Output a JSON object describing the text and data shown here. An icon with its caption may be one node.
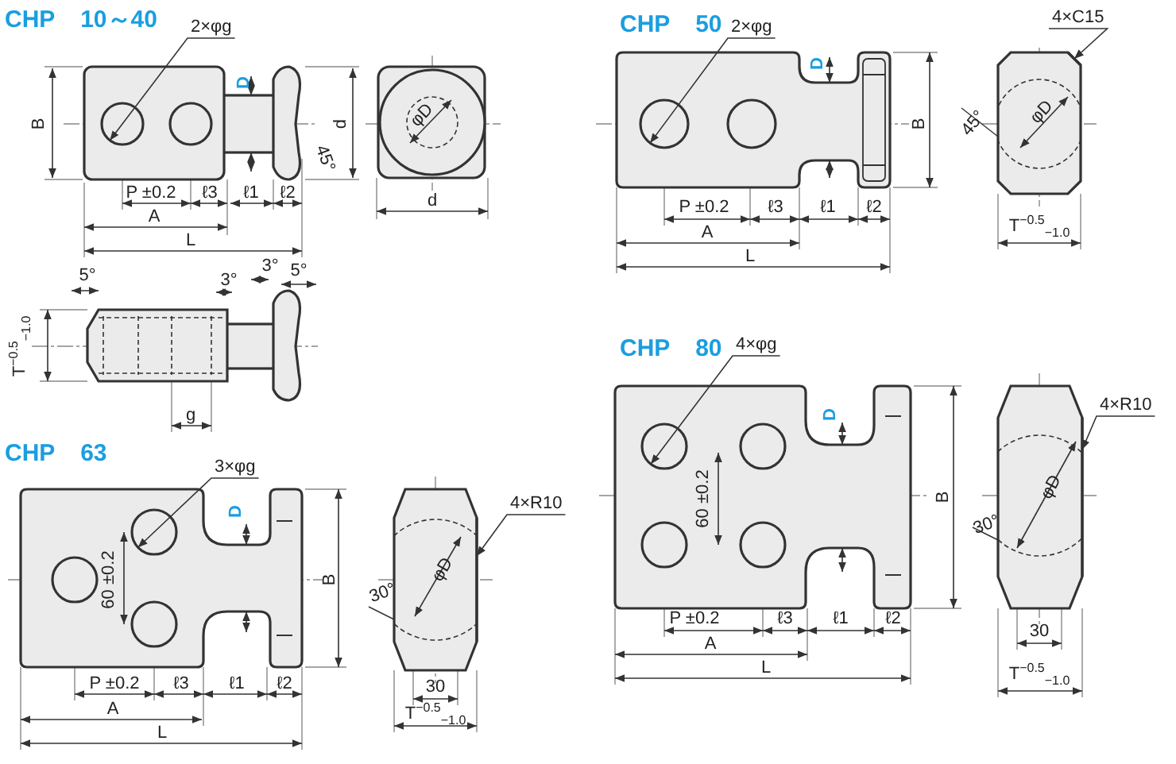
{
  "diagram": {
    "nodes": [
      {
        "text": [
          "2×φg"
        ]
      },
      {
        "text": [
          "2×φg"
        ]
      },
      {
        "text": [
          "4×C15"
        ]
      },
      {
        "text": [
          "3×φg"
        ]
      },
      {
        "text": [
          "4×R10"
        ]
      },
      {
        "text": [
          "4×φg"
        ]
      },
      {
        "text": [
          "4×R10"
        ]
      },
      {
        "text": [],
        "shape": "circle"
      },
      {
        "text": [],
        "shape": "circle"
      },
      {
        "text": [],
        "shape": "circle"
      },
      {
        "text": [],
        "shape": "circle"
      },
      {
        "text": [],
        "shape": "line"
      },
      {
        "text": [],
        "shape": "line"
      },
      {
        "text": [],
        "shape": "line"
      }
    ],
    "edges": [
      {
        "from": 0,
        "to": 7,
        "arrow": "to"
      },
      {
        "from": 1,
        "to": 8,
        "arrow": "to"
      },
      {
        "from": 2,
        "to": 11,
        "arrow": "to"
      },
      {
        "from": 3,
        "to": 9,
        "arrow": "to"
      },
      {
        "from": 4,
        "to": 12,
        "arrow": "to"
      },
      {
        "from": 5,
        "to": 10,
        "arrow": "to"
      },
      {
        "from": 6,
        "to": 13,
        "arrow": "to"
      }
    ],
    "labels": [
      "CHP 10～40",
      "D",
      "B",
      "d",
      "φD",
      "45°",
      "P ±0.2",
      "ℓ3",
      "ℓ1",
      "ℓ2",
      "A",
      "L",
      "d",
      "5°",
      "3°",
      "3°",
      "5°",
      "T$^{−0.5}$$_{−1.0}$",
      "g",
      "CHP 50",
      "D",
      "B",
      "45°",
      "φD",
      "P ±0.2",
      "ℓ3",
      "ℓ1",
      "ℓ2",
      "A",
      "L",
      "T$^{−0.5}$$_{−1.0}$",
      "CHP 63",
      "D",
      "60 ±0.2",
      "B",
      "30°",
      "φD",
      "P ±0.2",
      "ℓ3",
      "ℓ1",
      "ℓ2",
      "A",
      "L",
      "30",
      "T$^{−0.5}$$_{−1.0}$",
      "CHP 80",
      "D",
      "60 ±0.2",
      "B",
      "30°",
      "φD",
      "P ±0.2",
      "ℓ3",
      "ℓ1",
      "ℓ2",
      "A",
      "L",
      "30",
      "T$^{−0.5}$$_{−1.0}$"
    ]
  }
}
